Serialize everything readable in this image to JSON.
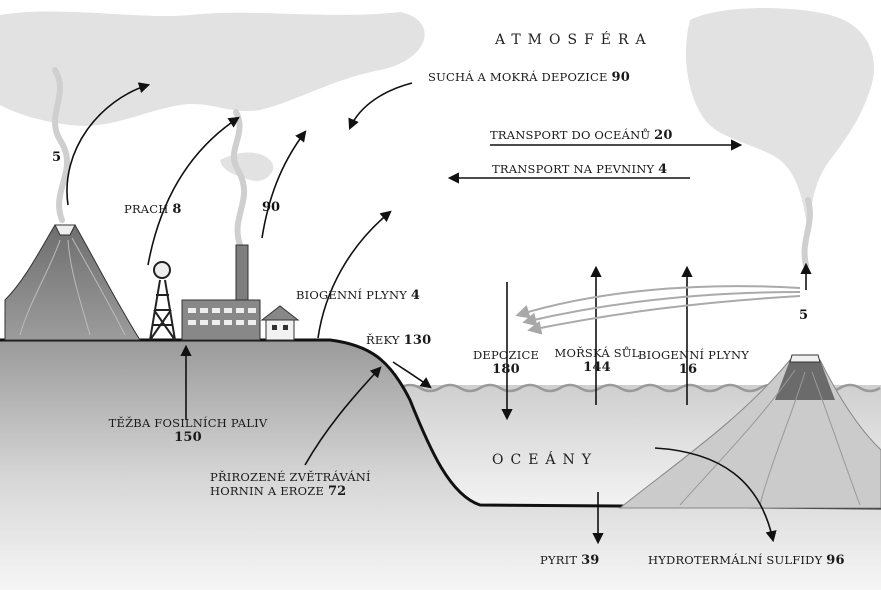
{
  "regions": {
    "atmosphere": "ATMOSFÉRA",
    "ocean": "OCEÁNY"
  },
  "fluxes": {
    "volcano_left": {
      "value": "5"
    },
    "dust": {
      "label": "PRACH",
      "value": "8"
    },
    "industry": {
      "value": "90"
    },
    "deposition_land": {
      "label": "SUCHÁ A MOKRÁ DEPOZICE",
      "value": "90"
    },
    "to_ocean": {
      "label": "TRANSPORT DO OCEÁNŮ",
      "value": "20"
    },
    "to_land": {
      "label": "TRANSPORT NA PEVNINY",
      "value": "4"
    },
    "biogenic_land": {
      "label": "BIOGENNÍ PLYNY",
      "value": "4"
    },
    "rivers": {
      "label": "ŘEKY",
      "value": "130"
    },
    "fossil_mining": {
      "label": "TĚŽBA FOSILNÍCH PALIV",
      "value": "150"
    },
    "weathering": {
      "label_1": "PŘIROZENÉ ZVĚTRÁVÁNÍ",
      "label_2": "HORNIN A EROZE",
      "value": "72"
    },
    "deposition_ocean": {
      "label": "DEPOZICE",
      "value": "180"
    },
    "sea_salt": {
      "label": "MOŘSKÁ SŮL",
      "value": "144"
    },
    "biogenic_ocean": {
      "label": "BIOGENNÍ PLYNY",
      "value": "16"
    },
    "volcano_right": {
      "value": "5"
    },
    "pyrite": {
      "label": "PYRIT",
      "value": "39"
    },
    "hydrothermal": {
      "label": "HYDROTERMÁLNÍ SULFIDY",
      "value": "96"
    }
  }
}
